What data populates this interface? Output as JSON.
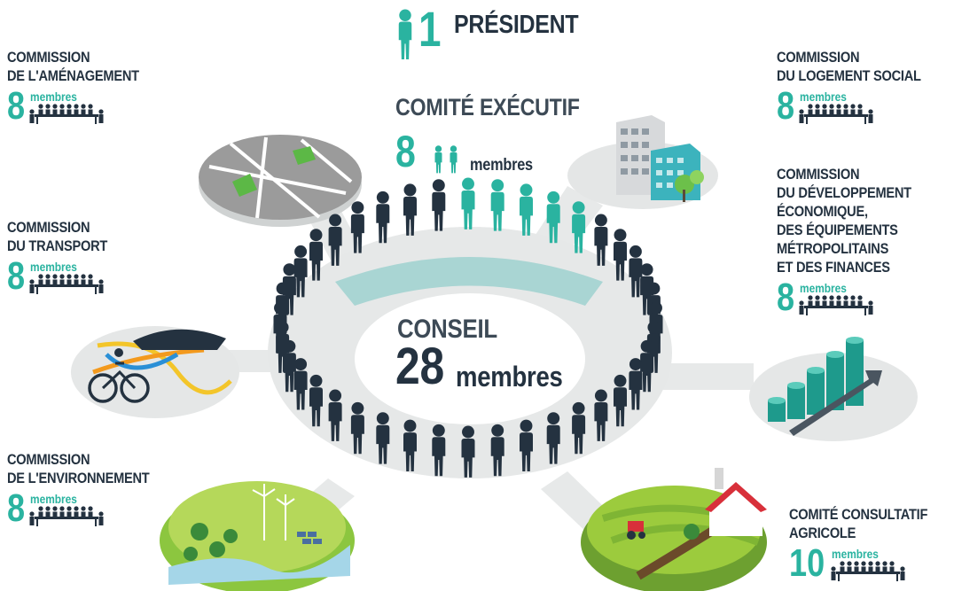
{
  "president": {
    "count": "1",
    "label": "PRÉSIDENT"
  },
  "comite_executif": {
    "title": "COMITÉ EXÉCUTIF",
    "count": "8",
    "unit": "membres"
  },
  "conseil": {
    "title": "CONSEIL",
    "count": "28",
    "unit": "membres"
  },
  "commissions": [
    {
      "id": "amenagement",
      "lines": [
        "COMMISSION",
        "DE L'AMÉNAGEMENT"
      ],
      "count": "8",
      "unit": "membres"
    },
    {
      "id": "transport",
      "lines": [
        "COMMISSION",
        "DU TRANSPORT"
      ],
      "count": "8",
      "unit": "membres"
    },
    {
      "id": "environnement",
      "lines": [
        "COMMISSION",
        "DE L'ENVIRONNEMENT"
      ],
      "count": "8",
      "unit": "membres"
    },
    {
      "id": "logement",
      "lines": [
        "COMMISSION",
        "DU LOGEMENT SOCIAL"
      ],
      "count": "8",
      "unit": "membres"
    },
    {
      "id": "economique",
      "lines": [
        "COMMISSION",
        "DU DÉVELOPPEMENT",
        "ÉCONOMIQUE,",
        "DES ÉQUIPEMENTS",
        "MÉTROPOLITAINS",
        "ET DES FINANCES"
      ],
      "count": "8",
      "unit": "membres"
    },
    {
      "id": "agricole",
      "lines": [
        "COMITÉ CONSULTATIF",
        "AGRICOLE"
      ],
      "count": "10",
      "unit": "membres"
    }
  ],
  "colors": {
    "teal": "#2ab3a0",
    "dark": "#243240",
    "ring": "#e6e8e8",
    "teal_light": "#a9d5d3"
  }
}
